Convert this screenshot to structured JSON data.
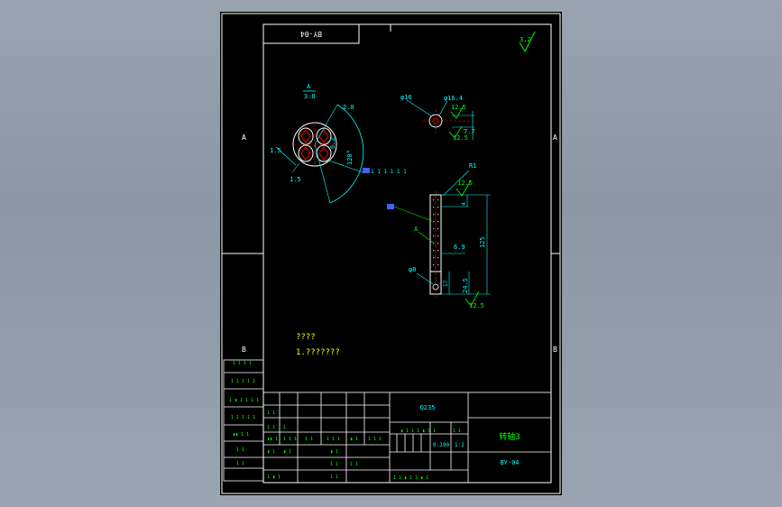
{
  "drawing": {
    "code_rotated": "BY-04",
    "surface_finish_symbol": "3.2",
    "zone_a_left": "A",
    "zone_a_right": "A",
    "zone_b_left": "B",
    "zone_b_right": "B",
    "notes_title": "????",
    "notes_line1": "1.???????"
  },
  "view_left": {
    "section_label": "A",
    "section_scale": "3:8",
    "dim_radius": "2.0",
    "dim_chord": "6.2",
    "dim_angle": "120°",
    "dim_left": "1.5",
    "dim_bottom": "1.5"
  },
  "view_top_right": {
    "dim_phi_small": "φ16",
    "dim_phi_large": "φ16.4",
    "roughness_top": "12.5",
    "roughness_mid": "12.5",
    "dim_right": "7.7"
  },
  "view_shaft": {
    "dim_radius": "R1",
    "roughness_top": "12.5",
    "dim_top": "4",
    "dim_total": "125",
    "dim_mid": "6.9",
    "dim_phi": "φ8",
    "dim_low": "17",
    "dim_bottom": "24.5",
    "roughness_bottom": "12.5",
    "leader_a": "A"
  },
  "title_block": {
    "material": "Q235",
    "part_name": "转轴3",
    "drawing_no": "BY-04",
    "scale_value": "1:2",
    "weight_value": "0.190"
  },
  "colors": {
    "background_desktop": "#9aa4b0",
    "sheet": "#000000",
    "frame": "#ffffff",
    "geometry": "#ffffff",
    "dimension": "#00ffff",
    "text_green": "#00ff00",
    "text_yellow": "#ffff00",
    "accent_red": "#ff0000",
    "hatch_blue": "#4060ff"
  }
}
